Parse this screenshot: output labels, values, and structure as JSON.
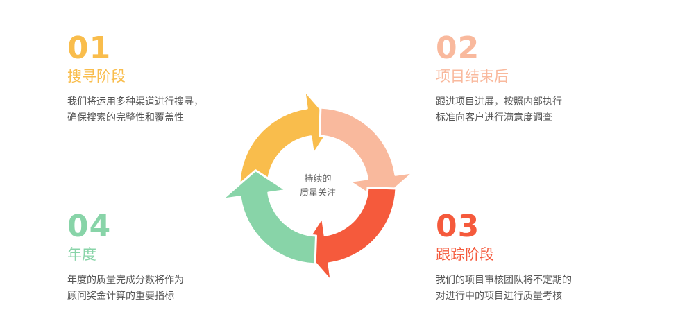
{
  "center_label": [
    "持续的",
    "质量关注"
  ],
  "steps": [
    {
      "num": "01",
      "title": "搜寻阶段",
      "lines": [
        "我们将运用多种渠道进行搜寻，",
        "确保搜索的完整性和覆盖性"
      ],
      "color": "#f9bd4c"
    },
    {
      "num": "02",
      "title": "项目结束后",
      "lines": [
        "跟进项目进展，按照内部执行",
        "标准向客户进行满意度调查"
      ],
      "color": "#f9b99d"
    },
    {
      "num": "03",
      "title": "跟踪阶段",
      "lines": [
        "我们的项目审核团队将不定期的",
        "对进行中的项目进行质量考核"
      ],
      "color": "#f55a3c"
    },
    {
      "num": "04",
      "title": "年度",
      "lines": [
        "年度的质量完成分数将作为",
        "顾问奖金计算的重要指标"
      ],
      "color": "#88d4a8"
    }
  ]
}
